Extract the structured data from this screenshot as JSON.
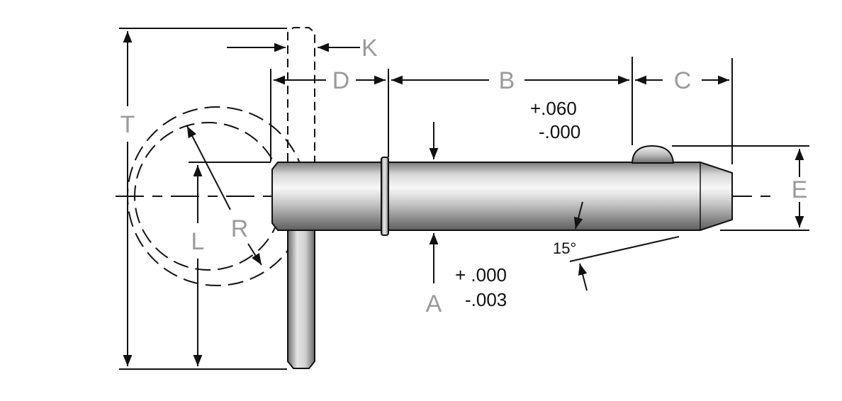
{
  "colors": {
    "line": "#111111",
    "label": "#9a9a9a",
    "tolerance": "#111111",
    "background": "#ffffff"
  },
  "labels": {
    "T": "T",
    "K": "K",
    "D": "D",
    "B": "B",
    "C": "C",
    "E": "E",
    "L": "L",
    "R": "R",
    "A": "A"
  },
  "tolerances": {
    "b_plus": "+.060",
    "b_minus": "-.000",
    "a_plus": "+ .000",
    "a_minus": "-.003"
  },
  "angle": "15°"
}
